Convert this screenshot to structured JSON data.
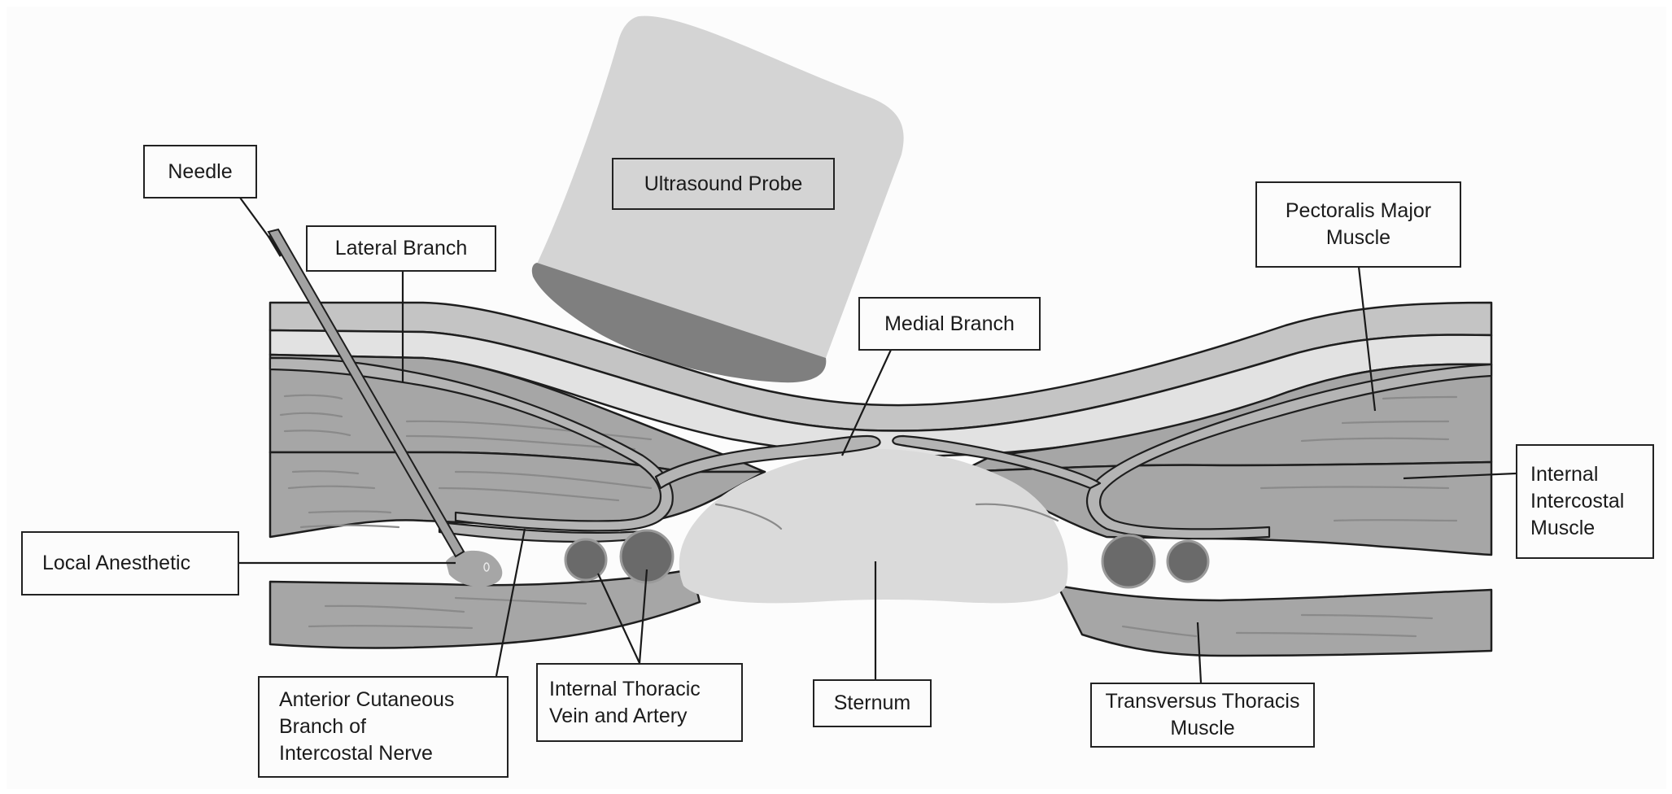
{
  "figure": {
    "title": "Ultrasound-guided parasternal intercostal nerve block — cross-sectional anatomy",
    "colors": {
      "background": "#fcfcfc",
      "skin": "#c4c4c4",
      "subcutaneous": "#e2e2e2",
      "muscle": "#a6a6a6",
      "muscle_fiber": "#8a8a8a",
      "nerve": "#b4b4b4",
      "sternum": "#dadada",
      "probe_body": "#d4d4d4",
      "probe_tip": "#7f7f7f",
      "vessel": "#6a6a6a",
      "outline": "#1e1e1e"
    }
  },
  "labels": {
    "needle": "Needle",
    "lateral_branch": "Lateral Branch",
    "ultrasound_probe": "Ultrasound Probe",
    "medial_branch": "Medial Branch",
    "pectoralis_major": "Pectoralis Major\nMuscle",
    "internal_intercostal": "Internal\nIntercostal\nMuscle",
    "local_anesthetic": "Local Anesthetic",
    "anterior_cutaneous": "Anterior Cutaneous\nBranch of\nIntercostal Nerve",
    "internal_thoracic": "Internal Thoracic\nVein and Artery",
    "sternum": "Sternum",
    "transversus_thoracis": "Transversus Thoracis\nMuscle"
  }
}
